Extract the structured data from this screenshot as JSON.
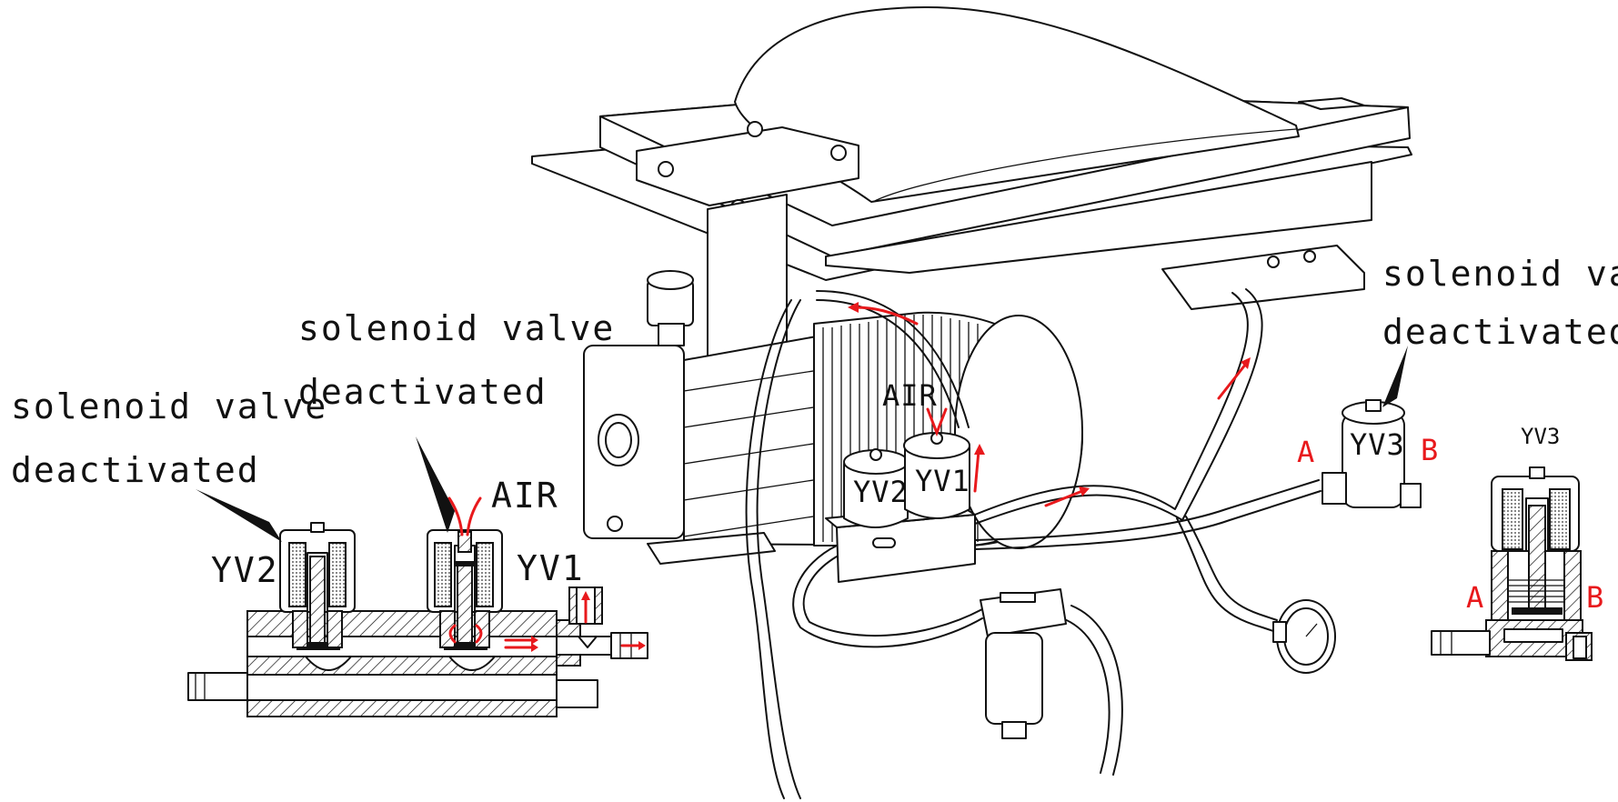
{
  "labels": {
    "yv2_note_line1": "solenoid valve",
    "yv2_note_line2": "deactivated",
    "yv1_note_line1": "solenoid valve",
    "yv1_note_line2": "deactivated",
    "yv3_note_line1": "solenoid valve",
    "yv3_note_line2": "deactivated",
    "yv2_section": "YV2",
    "yv1_section": "YV1",
    "air_section": "AIR",
    "yv2_pump": "YV2",
    "yv1_pump": "YV1",
    "air_pump": "AIR",
    "yv3_body": "YV3",
    "port_a_body": "A",
    "port_b_body": "B",
    "yv3_section": "YV3",
    "port_a_section": "A",
    "port_b_section": "B"
  },
  "colors": {
    "line": "#111111",
    "flow_arrow": "#e8191c",
    "background": "#ffffff"
  }
}
